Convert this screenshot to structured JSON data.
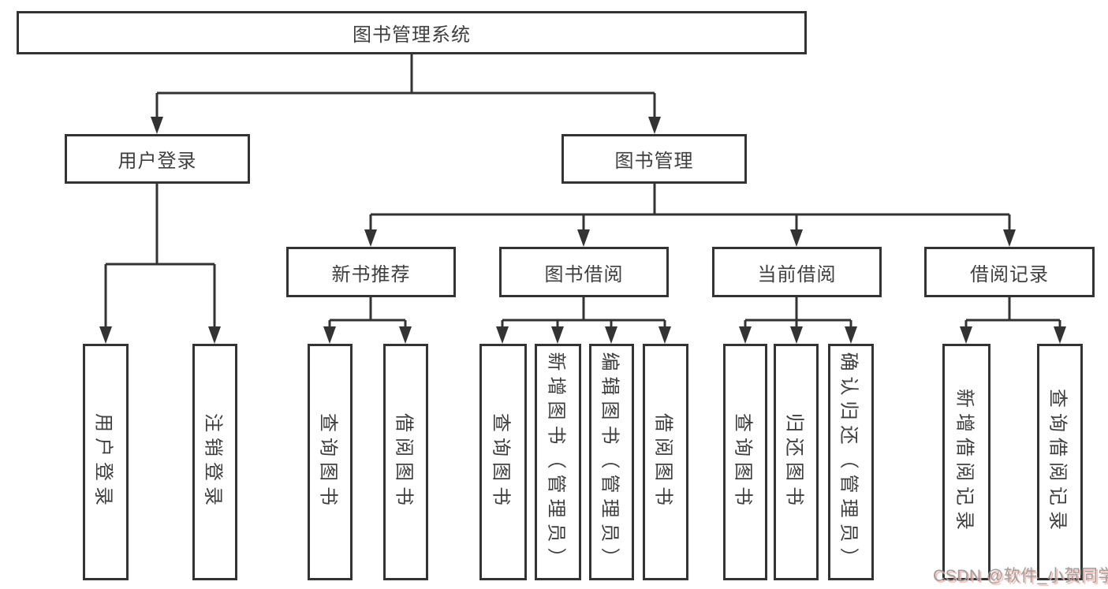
{
  "diagram": {
    "title": "图书管理系统",
    "root": {
      "label": "图书管理系统"
    },
    "level2": [
      {
        "label": "用户登录"
      },
      {
        "label": "图书管理"
      }
    ],
    "level3": [
      {
        "label": "新书推荐"
      },
      {
        "label": "图书借阅"
      },
      {
        "label": "当前借阅"
      },
      {
        "label": "借阅记录"
      }
    ],
    "leaves": [
      {
        "label": "用户登录",
        "parent": "用户登录"
      },
      {
        "label": "注销登录",
        "parent": "用户登录"
      },
      {
        "label": "查询图书",
        "parent": "新书推荐"
      },
      {
        "label": "借阅图书",
        "parent": "新书推荐"
      },
      {
        "label": "查询图书",
        "parent": "图书借阅"
      },
      {
        "label": "新增图书（管理员）",
        "parent": "图书借阅"
      },
      {
        "label": "编辑图书（管理员）",
        "parent": "图书借阅"
      },
      {
        "label": "借阅图书",
        "parent": "图书借阅"
      },
      {
        "label": "查询图书",
        "parent": "当前借阅"
      },
      {
        "label": "归还图书",
        "parent": "当前借阅"
      },
      {
        "label": "确认归还（管理员）",
        "parent": "当前借阅"
      },
      {
        "label": "新增借阅记录",
        "parent": "借阅记录"
      },
      {
        "label": "查询借阅记录",
        "parent": "借阅记录"
      }
    ]
  },
  "watermark": "CSDN @软件_小贺同学",
  "colors": {
    "stroke": "#333333",
    "node_text": "#3f3f3f",
    "background": "#ffffff",
    "watermark_text": "#9e9e9e",
    "watermark_shadow": "#f3b3aa"
  }
}
